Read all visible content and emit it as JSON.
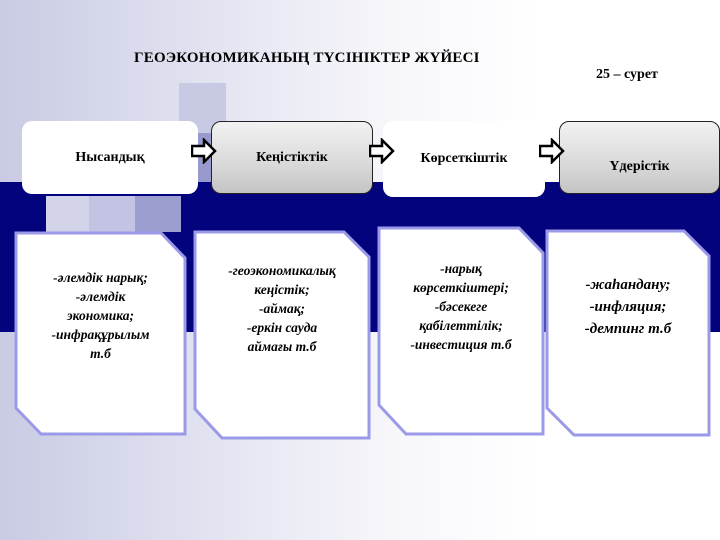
{
  "title": "ГЕОЭКОНОМИКАНЫҢ ТҮСІНІКТЕР ЖҮЙЕСІ",
  "figure_label": "25 – сурет",
  "colors": {
    "band": "#03037e",
    "card_border": "#9a9ae8",
    "arrow_stroke": "#000000"
  },
  "categories": [
    {
      "label": "Нысандық",
      "style": "white"
    },
    {
      "label": "Кеңістіктік",
      "style": "gray"
    },
    {
      "label": "Көрсеткіштік",
      "style": "white"
    },
    {
      "label": "Үдерістік",
      "style": "gray"
    }
  ],
  "cards": [
    {
      "lines": [
        "-әлемдік нарық;",
        "-әлемдік",
        "экономика;",
        "-инфрақұрылым",
        "т.б"
      ]
    },
    {
      "lines": [
        "-геоэкономикалық",
        "кеңістік;",
        "-аймақ;",
        "-еркін сауда",
        "аймағы т.б"
      ]
    },
    {
      "lines": [
        "-нарық",
        "көрсеткіштері;",
        "-бәсекеге",
        "қабілеттілік;",
        "-инвестиция т.б"
      ]
    },
    {
      "lines": [
        "-жаһандану;",
        "-инфляция;",
        "-демпинг т.б"
      ]
    }
  ],
  "arrows": [
    "arrow-right",
    "arrow-right",
    "arrow-right"
  ]
}
